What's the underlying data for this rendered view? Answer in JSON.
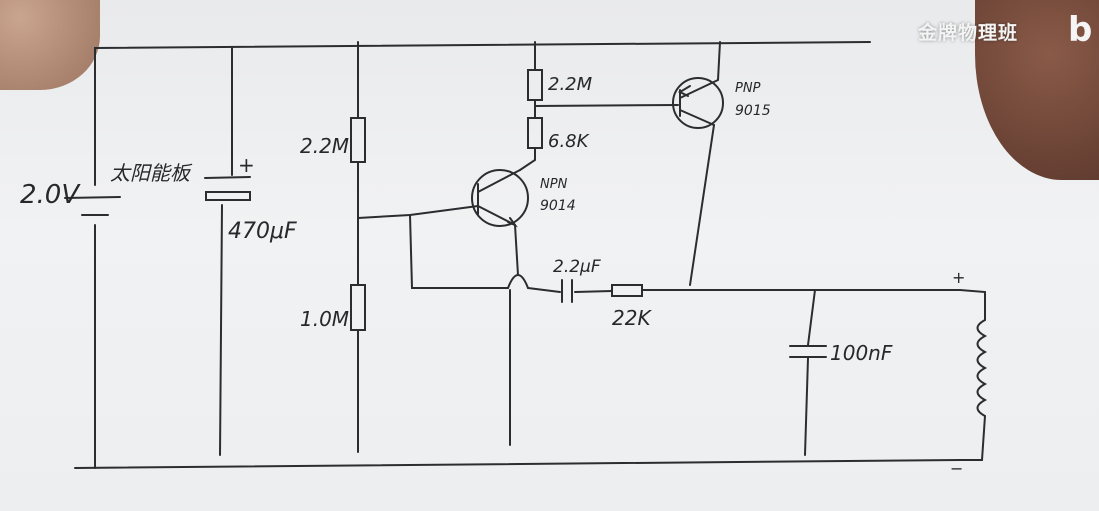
{
  "watermark": {
    "text": "金牌物理班",
    "logo": "b"
  },
  "circuit": {
    "battery": {
      "voltage": "2.0V",
      "label": "太阳能板"
    },
    "capacitor_main": {
      "value": "470μF",
      "polarity": "+"
    },
    "divider_top": "2.2M",
    "divider_bottom": "1.0M",
    "collector_r1": "2.2M",
    "collector_r2": "6.8K",
    "npn": {
      "type": "NPN",
      "model": "9014"
    },
    "pnp": {
      "type": "PNP",
      "model": "9015"
    },
    "feedback_cap": "2.2μF",
    "feedback_res": "22K",
    "output_cap": "100nF",
    "output_plus": "+",
    "output_minus": "−"
  }
}
